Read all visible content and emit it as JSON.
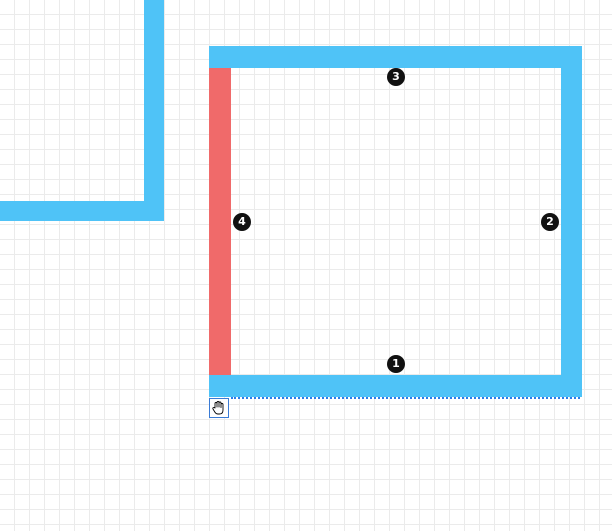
{
  "colors": {
    "wall": "#4fc3f7",
    "selected_wall": "#f06a6a",
    "grid_line": "#ebebeb",
    "background": "#ffffff",
    "badge_bg": "#111111",
    "badge_text": "#ffffff",
    "selection": "#2b7de9"
  },
  "room": {
    "walls": [
      {
        "id": "wall-1",
        "label": "1",
        "selected": false
      },
      {
        "id": "wall-2",
        "label": "2",
        "selected": false
      },
      {
        "id": "wall-3",
        "label": "3",
        "selected": false
      },
      {
        "id": "wall-4",
        "label": "4",
        "selected": true
      }
    ]
  },
  "cursor": {
    "icon": "hand-grab-icon"
  }
}
